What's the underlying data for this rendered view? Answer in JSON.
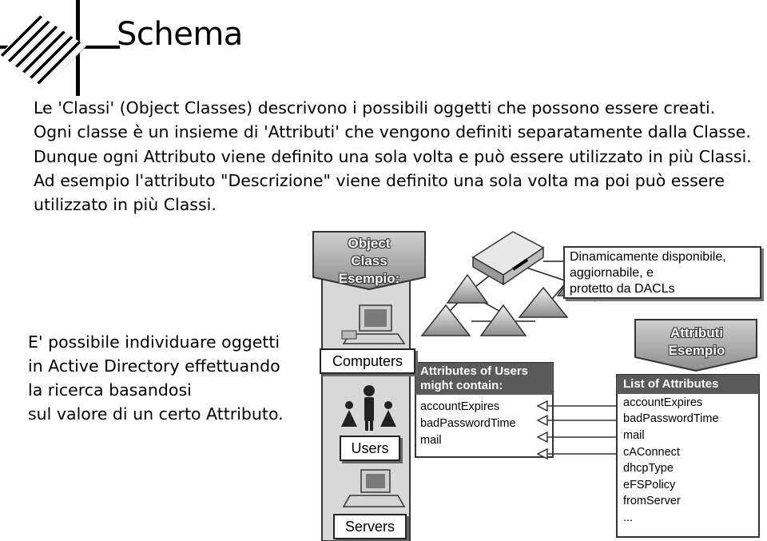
{
  "title": "Schema",
  "intro": {
    "text": "Le 'Classi' (Object Classes) descrivono i possibili oggetti che possono essere creati. Ogni classe è un insieme di 'Attributi' che vengono definiti separatamente dalla Classe. Dunque ogni Attributo viene definito una sola volta e può essere utilizzato in più Classi. Ad esempio l'attributo \"Descrizione\" viene definito una sola volta ma poi può essere utilizzato in più Classi."
  },
  "side_note": {
    "lines": [
      "E' possibile individuare oggetti",
      "in Active Directory effettuando",
      "la ricerca basandosi",
      "sul valore di un certo Attributo."
    ]
  },
  "diagram": {
    "object_class_banner": [
      "Object",
      "Class",
      "Esempio:"
    ],
    "attributi_banner": [
      "Attributi",
      "Esempio"
    ],
    "callout": [
      "Dinamicamente disponibile,",
      "aggiornabile, e",
      "protetto da DACLs"
    ],
    "computers_label": "Computers",
    "users_label": "Users",
    "servers_label": "Servers",
    "users_attributes": {
      "header": [
        "Attributes of Users",
        "might contain:"
      ],
      "items": [
        "accountExpires",
        "badPasswordTime",
        "mail"
      ]
    },
    "list_of_attributes": {
      "header": "List of Attributes",
      "items": [
        "accountExpires",
        "badPasswordTime",
        "mail",
        "cAConnect",
        "dhcpType",
        "eFSPolicy",
        "fromServer",
        "..."
      ]
    }
  }
}
